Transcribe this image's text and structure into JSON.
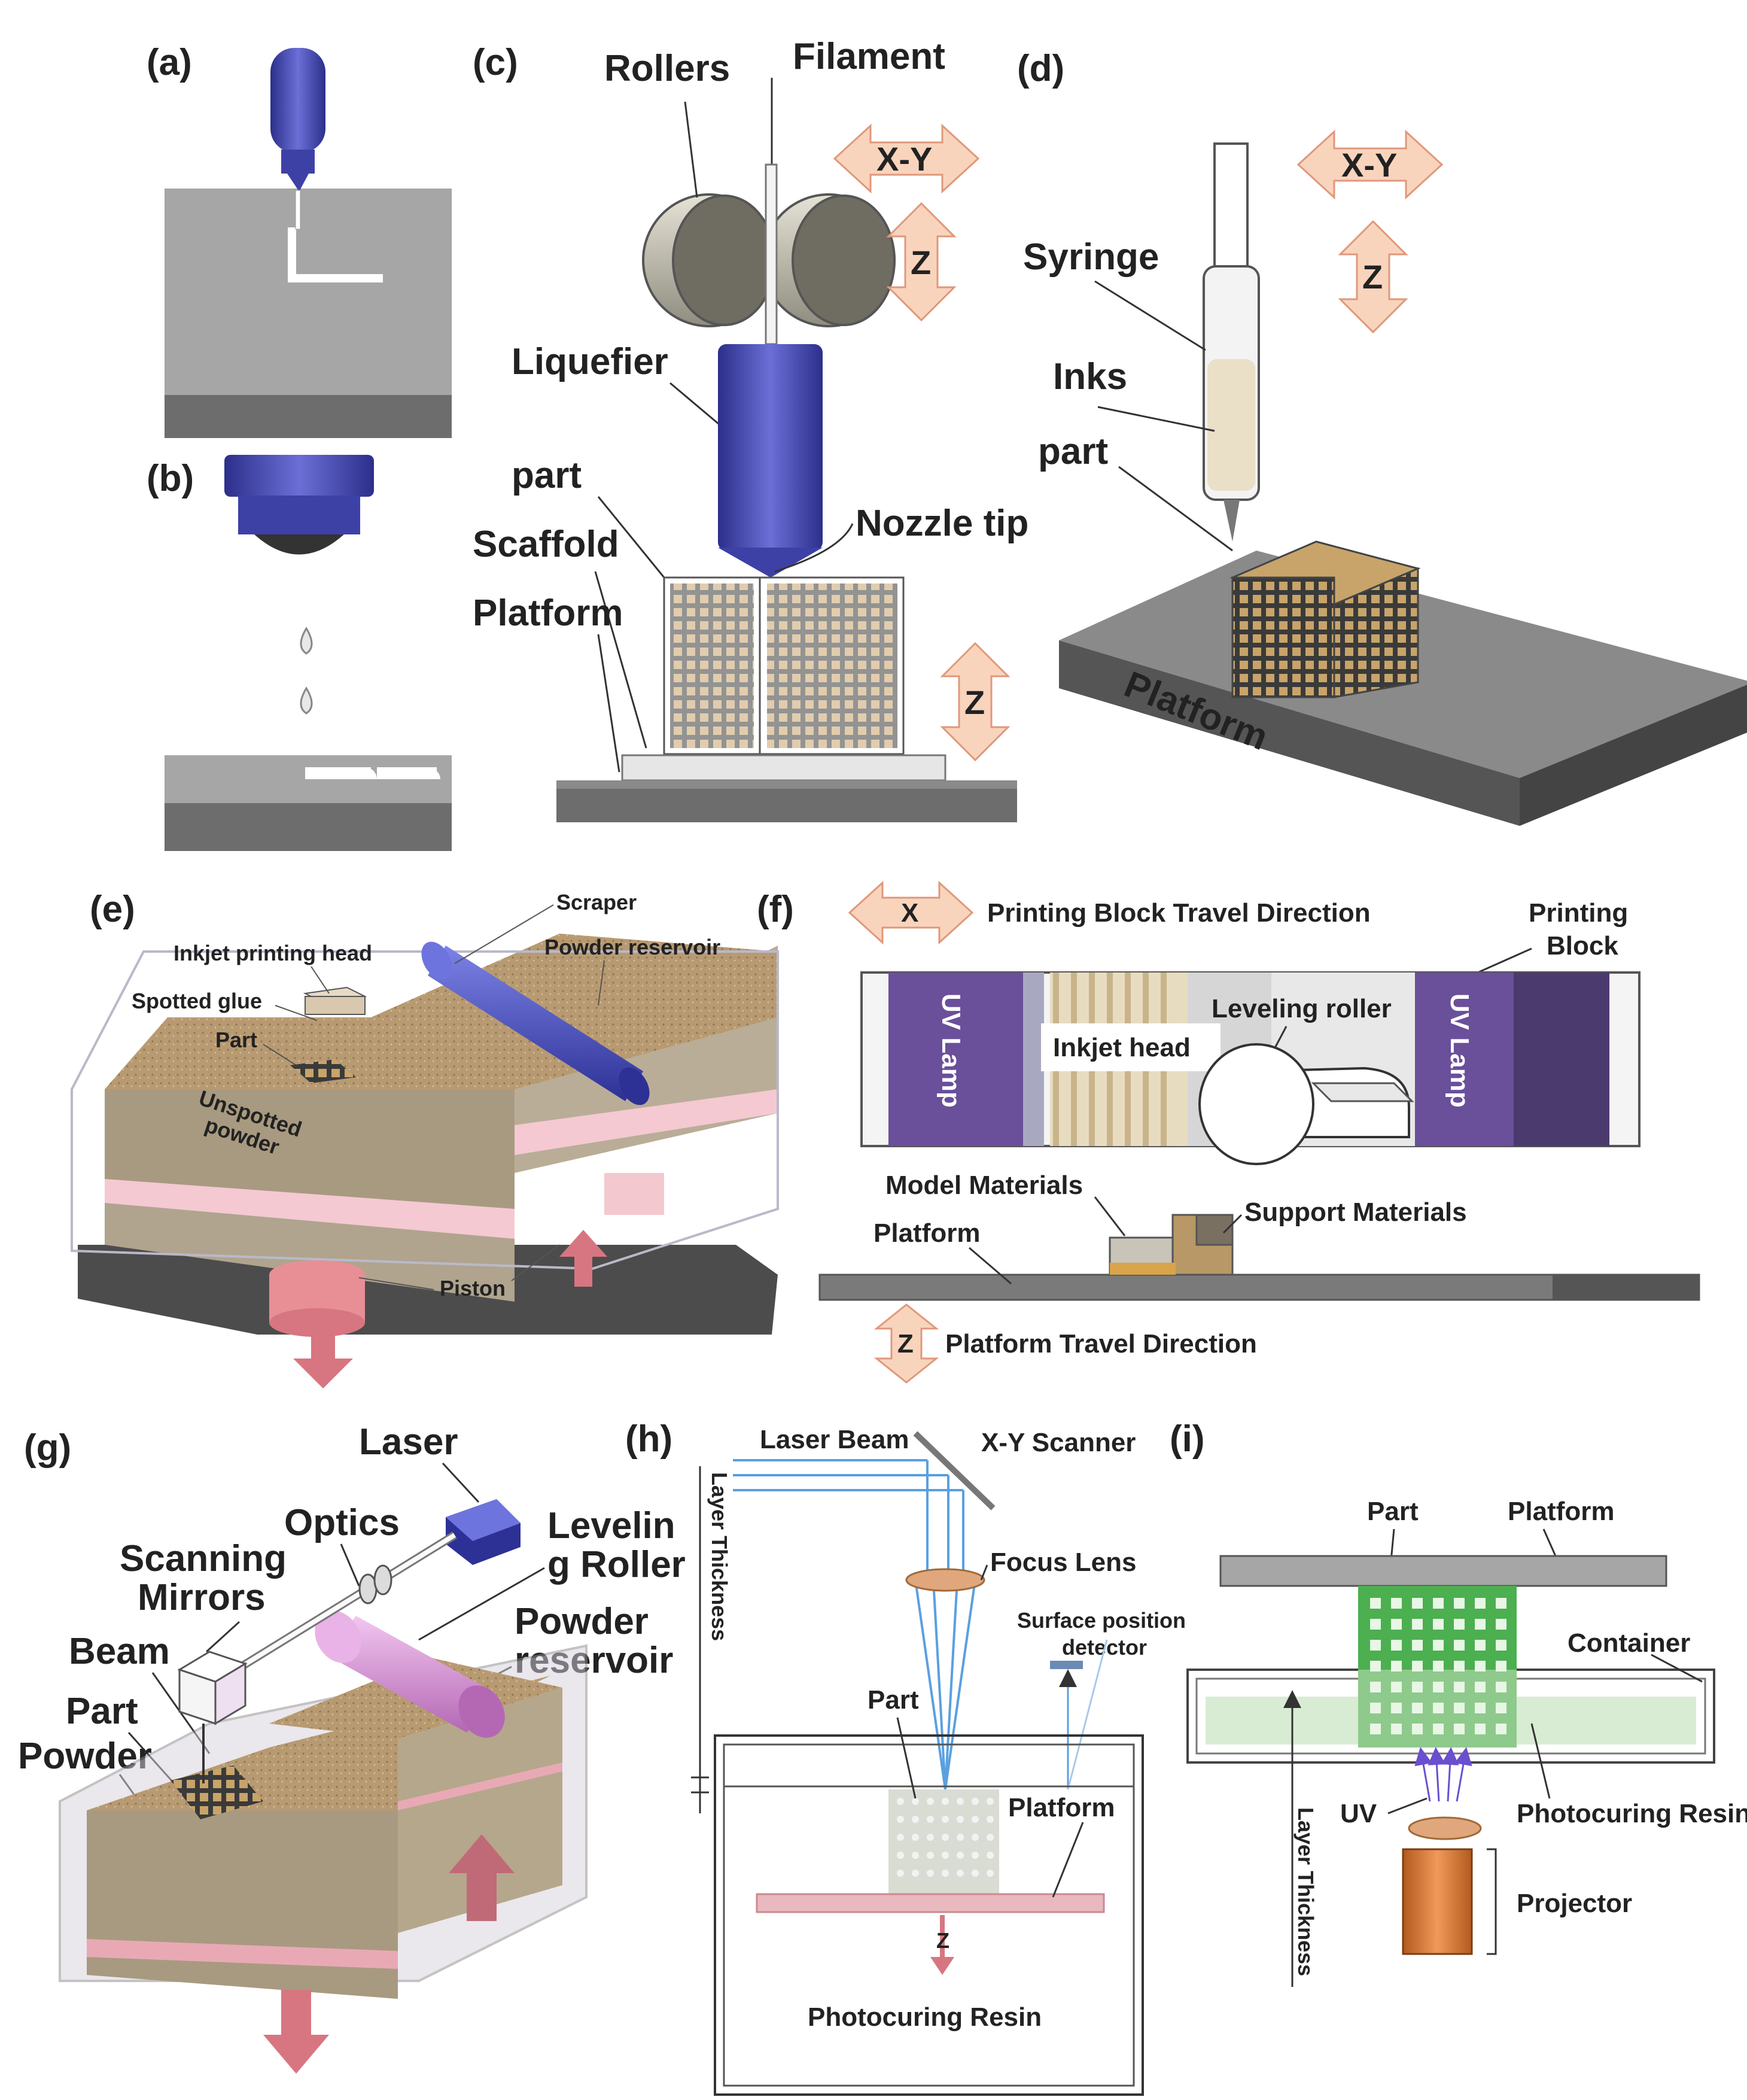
{
  "panels": {
    "a": {
      "tag": "(a)"
    },
    "b": {
      "tag": "(b)"
    },
    "c": {
      "tag": "(c)",
      "labels": {
        "rollers": "Rollers",
        "filament": "Filament",
        "liquefier": "Liquefier",
        "part": "part",
        "nozzle_tip": "Nozzle tip",
        "scaffold": "Scaffold",
        "platform": "Platform"
      },
      "arrows": {
        "xy": "X-Y",
        "z": "Z",
        "z_bottom": "Z"
      }
    },
    "d": {
      "tag": "(d)",
      "labels": {
        "syringe": "Syringe",
        "inks": "Inks",
        "part": "part",
        "platform": "Platform"
      },
      "arrows": {
        "xy": "X-Y",
        "z": "Z"
      }
    },
    "e": {
      "tag": "(e)",
      "labels": {
        "scraper": "Scraper",
        "inkjet_head": "Inkjet printing head",
        "powder_reservoir": "Powder reservoir",
        "spotted_glue": "Spotted glue",
        "part": "Part",
        "unspotted_powder_1": "Unspotted",
        "unspotted_powder_2": "powder",
        "piston": "Piston"
      }
    },
    "f": {
      "tag": "(f)",
      "labels": {
        "printing_block_travel": "Printing Block Travel Direction",
        "printing_block_1": "Printing",
        "printing_block_2": "Block",
        "uv_lamp_left": "UV Lamp",
        "uv_lamp_right": "UV Lamp",
        "inkjet_head": "Inkjet head",
        "leveling_roller": "Leveling roller",
        "model_materials": "Model Materials",
        "support_materials": "Support Materials",
        "platform": "Platform",
        "platform_travel": "Platform Travel Direction"
      },
      "arrows": {
        "x": "X",
        "z": "Z"
      }
    },
    "g": {
      "tag": "(g)",
      "labels": {
        "laser": "Laser",
        "optics": "Optics",
        "leveling_roller_1": "Levelin",
        "leveling_roller_2": "g Roller",
        "scanning_mirrors_1": "Scanning",
        "scanning_mirrors_2": "Mirrors",
        "beam": "Beam",
        "powder_reservoir_1": "Powder",
        "powder_reservoir_2": "reservoir",
        "part": "Part",
        "powder": "Powder"
      }
    },
    "h": {
      "tag": "(h)",
      "labels": {
        "laser_beam": "Laser Beam",
        "xy_scanner": "X-Y Scanner",
        "focus_lens": "Focus Lens",
        "surface_detector_1": "Surface position",
        "surface_detector_2": "detector",
        "layer_thickness": "Layer Thickness",
        "part": "Part",
        "platform": "Platform",
        "z": "Z",
        "photocuring_resin": "Photocuring Resin"
      }
    },
    "i": {
      "tag": "(i)",
      "labels": {
        "part": "Part",
        "platform": "Platform",
        "container": "Container",
        "uv": "UV",
        "photocuring_resin": "Photocuring Resin",
        "projector": "Projector",
        "layer_thickness": "Layer Thickness"
      }
    }
  },
  "colors": {
    "nozzle_blue": "#4b4fb5",
    "block_gray": "#9a9a9a",
    "powder_tan": "#b89a72",
    "uv_purple": "#6a4f9a",
    "arrow_peach": "#f7c3a3",
    "piston_pink": "#e88f96",
    "roller_pink": "#d98fd6",
    "laser_blue": "#5aa0e0",
    "part_green": "#4caf50",
    "projector_orange": "#d9772f"
  }
}
